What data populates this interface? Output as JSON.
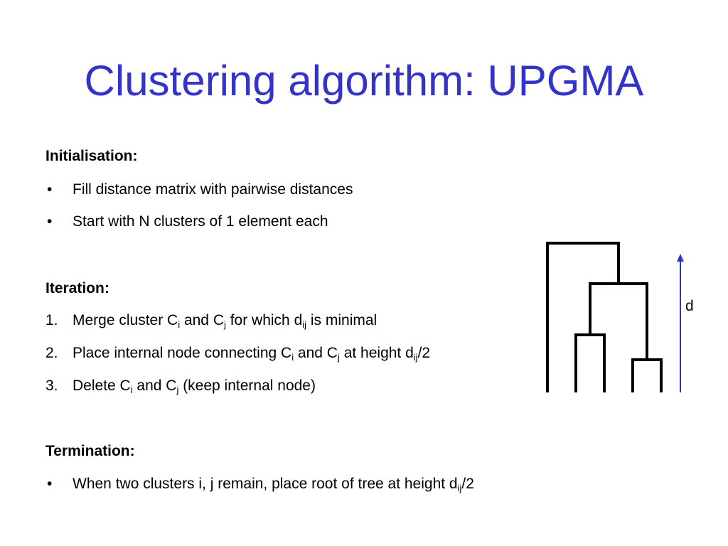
{
  "slide": {
    "title": "Clustering algorithm: UPGMA"
  },
  "initialisation": {
    "heading": "Initialisation:",
    "bullets": [
      "Fill distance matrix with pairwise distances",
      "Start with N clusters of 1 element each"
    ]
  },
  "iteration": {
    "heading": "Iteration:",
    "steps": [
      {
        "number": "1.",
        "parts": [
          "Merge cluster C",
          "i",
          " and C",
          "j",
          " for which d",
          "ij",
          " is minimal"
        ]
      },
      {
        "number": "2.",
        "parts": [
          "Place internal node connecting C",
          "i",
          " and C",
          "j",
          " at height d",
          "ij",
          "/2"
        ]
      },
      {
        "number": "3.",
        "parts": [
          "Delete C",
          "i",
          " and C",
          "j",
          " (keep internal node)"
        ]
      }
    ]
  },
  "termination": {
    "heading": "Termination:",
    "bullets": [
      {
        "parts": [
          "When two clusters i, j remain, place root of tree at height  d",
          "ij",
          "/2"
        ]
      }
    ]
  },
  "bullet_symbol": "•",
  "diagram": {
    "height_label": "d",
    "tree_color": "#000000",
    "arrow_color": "#3333cc"
  }
}
